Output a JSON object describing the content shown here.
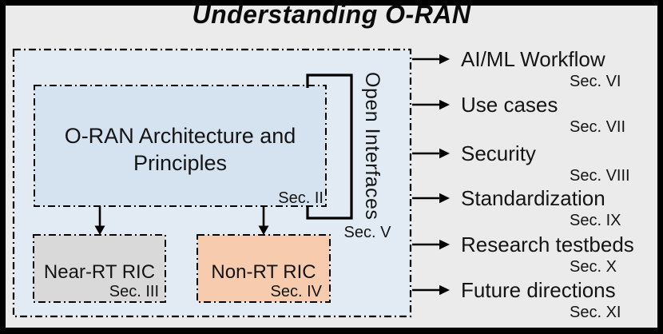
{
  "title": "Understanding O-RAN",
  "colors": {
    "page_background": "#ebebeb",
    "frame": "#000000",
    "overview_container_fill": "#e2eaf3",
    "architecture_box_fill": "#d5e2f0",
    "near_rt_box_fill": "#d9d9d9",
    "non_rt_box_fill": "#f7cbad",
    "line": "#000000"
  },
  "diagram": {
    "architecture_box": {
      "line1": "O-RAN Architecture and",
      "line2": "Principles",
      "sec": "Sec. II"
    },
    "near_rt_box": {
      "label": "Near-RT RIC",
      "sec": "Sec. III"
    },
    "non_rt_box": {
      "label": "Non-RT RIC",
      "sec": "Sec. IV"
    },
    "open_interfaces": {
      "label": "Open Interfaces",
      "sec": "Sec. V"
    }
  },
  "topics": [
    {
      "label": "AI/ML Workflow",
      "sec": "Sec. VI"
    },
    {
      "label": "Use cases",
      "sec": "Sec. VII"
    },
    {
      "label": "Security",
      "sec": "Sec. VIII"
    },
    {
      "label": "Standardization",
      "sec": "Sec. IX"
    },
    {
      "label": "Research testbeds",
      "sec": "Sec. X"
    },
    {
      "label": "Future directions",
      "sec": "Sec. XI"
    }
  ]
}
